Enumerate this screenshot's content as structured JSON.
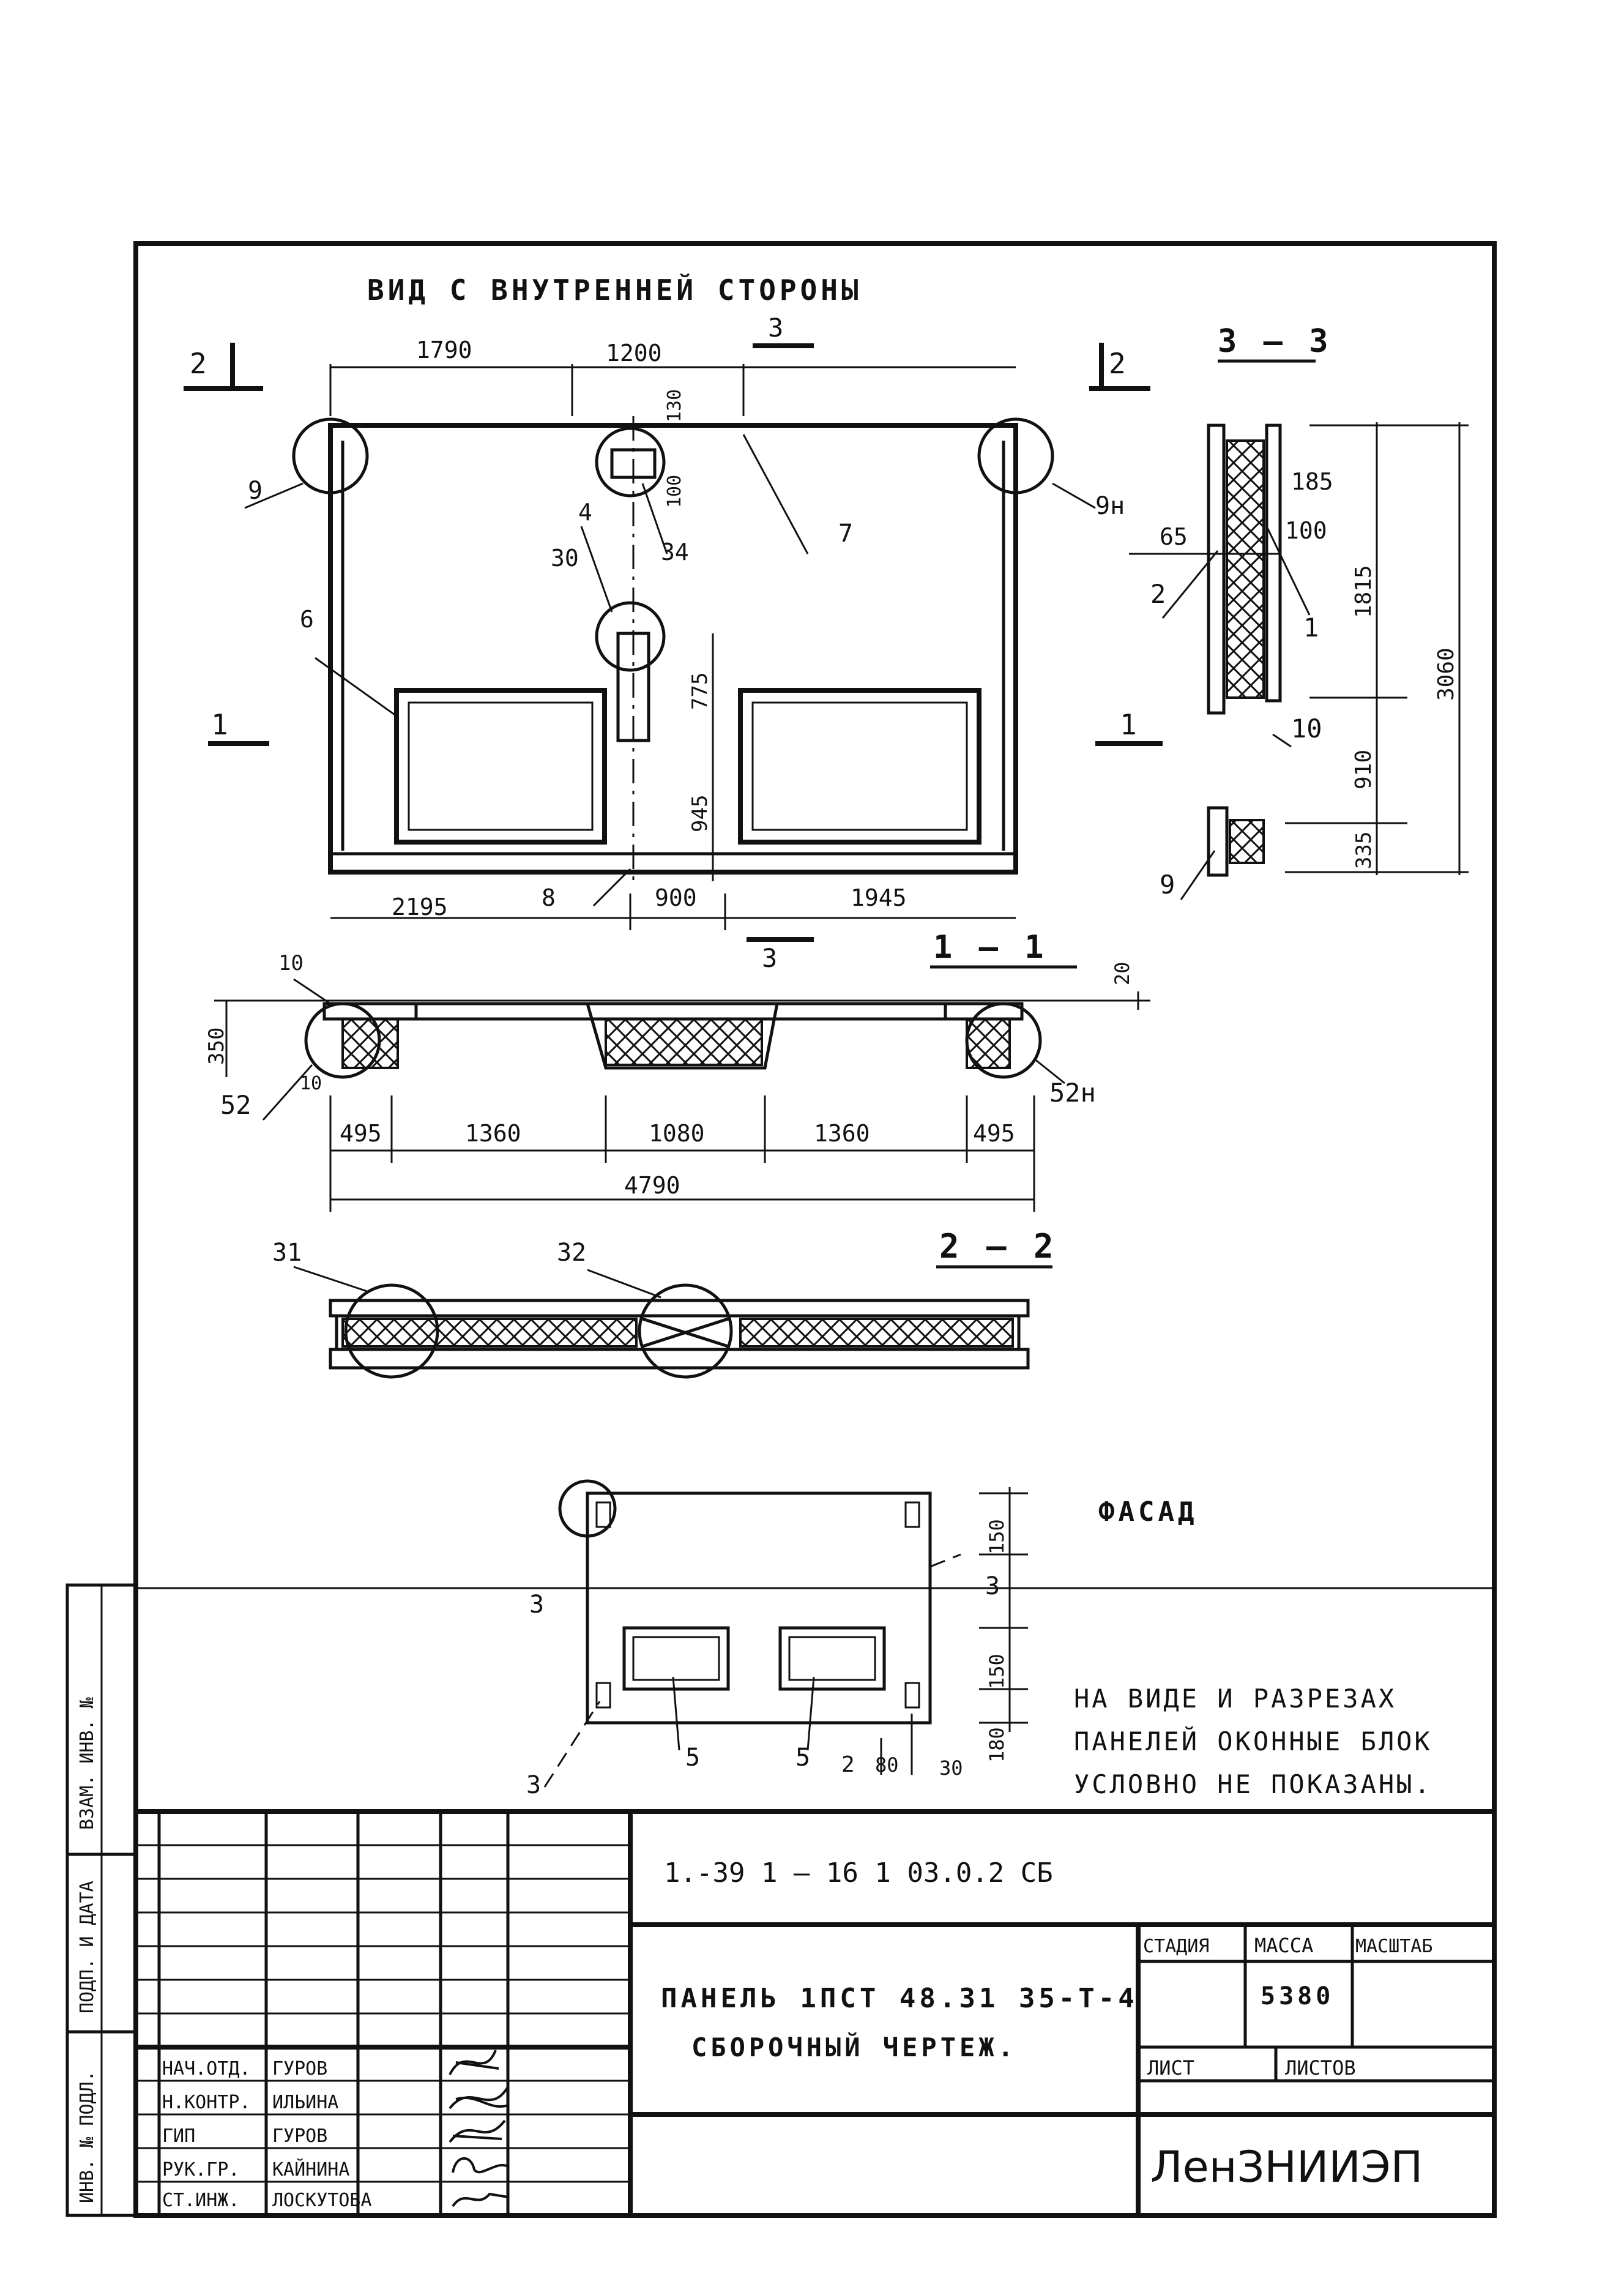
{
  "views": {
    "inner": {
      "title": "ВИД С ВНУТРЕННЕЙ СТОРОНЫ",
      "dims": [
        "1790",
        "1200",
        "130",
        "100",
        "775",
        "945",
        "2195",
        "900",
        "1945"
      ],
      "callouts": [
        "9",
        "9н",
        "4",
        "34",
        "7",
        "30",
        "6",
        "8",
        "2",
        "2",
        "1",
        "1",
        "3",
        "3"
      ]
    },
    "section_33": {
      "title": "3 — 3",
      "dims": [
        "185",
        "100",
        "65",
        "1815",
        "3060",
        "910",
        "335"
      ],
      "callouts": [
        "2",
        "1",
        "10",
        "9"
      ]
    },
    "section_11": {
      "title": "1 — 1",
      "dims": [
        "350",
        "20",
        "10",
        "10",
        "495",
        "1360",
        "1080",
        "1360",
        "495",
        "4790"
      ],
      "callouts": [
        "52",
        "52н"
      ]
    },
    "section_22": {
      "title": "2 — 2",
      "callouts": [
        "31",
        "32"
      ]
    },
    "facade": {
      "title": "ФАСАД",
      "dims": [
        "150",
        "150",
        "180",
        "30",
        "80"
      ],
      "callouts": [
        "3",
        "3",
        "3",
        "5",
        "5",
        "2"
      ]
    }
  },
  "note": {
    "line1": "НА ВИДЕ И РАЗРЕЗАХ",
    "line2": "ПАНЕЛЕЙ ОКОННЫЕ БЛОК",
    "line3": "УСЛОВНО НЕ ПОКАЗАНЫ."
  },
  "title_block": {
    "doc_code": "1.-39 1 — 16 1 03.0.2 СБ",
    "name_line1": "ПАНЕЛЬ 1ПСТ 48.31 35-Т-4",
    "name_line2": "СБОРОЧНЫЙ ЧЕРТЕЖ.",
    "col_stage": "СТАДИЯ",
    "col_mass": "МАССА",
    "col_scale": "МАСШТАБ",
    "mass_value": "5380",
    "sheet_label": "ЛИСТ",
    "sheets_label": "ЛИСТОВ",
    "org": "ЛенЗНИИЭП",
    "staff": [
      {
        "role": "НАЧ.ОТД.",
        "name": "ГУРОВ"
      },
      {
        "role": "Н.КОНТР.",
        "name": "ИЛЬИНА"
      },
      {
        "role": "ГИП",
        "name": "ГУРОВ"
      },
      {
        "role": "РУК.ГР.",
        "name": "КАЙНИНА"
      },
      {
        "role": "СТ.ИНЖ.",
        "name": "ЛОСКУТОВА"
      }
    ]
  },
  "side_stamp": {
    "f1": "ИНВ. № ПОДЛ.",
    "f2": "ПОДП. И ДАТА",
    "f3": "ВЗАМ. ИНВ. №"
  }
}
